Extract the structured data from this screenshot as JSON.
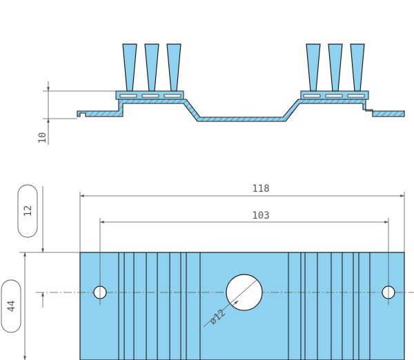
{
  "dimensions": {
    "total_width": "118",
    "hole_spacing": "103",
    "bore_diameter": "ø12",
    "top_offset": "12",
    "height": "44",
    "profile_height": "10"
  },
  "colors": {
    "fill": "#8ed2ef",
    "outline": "#1a1a1a",
    "dimension": "#555555"
  }
}
